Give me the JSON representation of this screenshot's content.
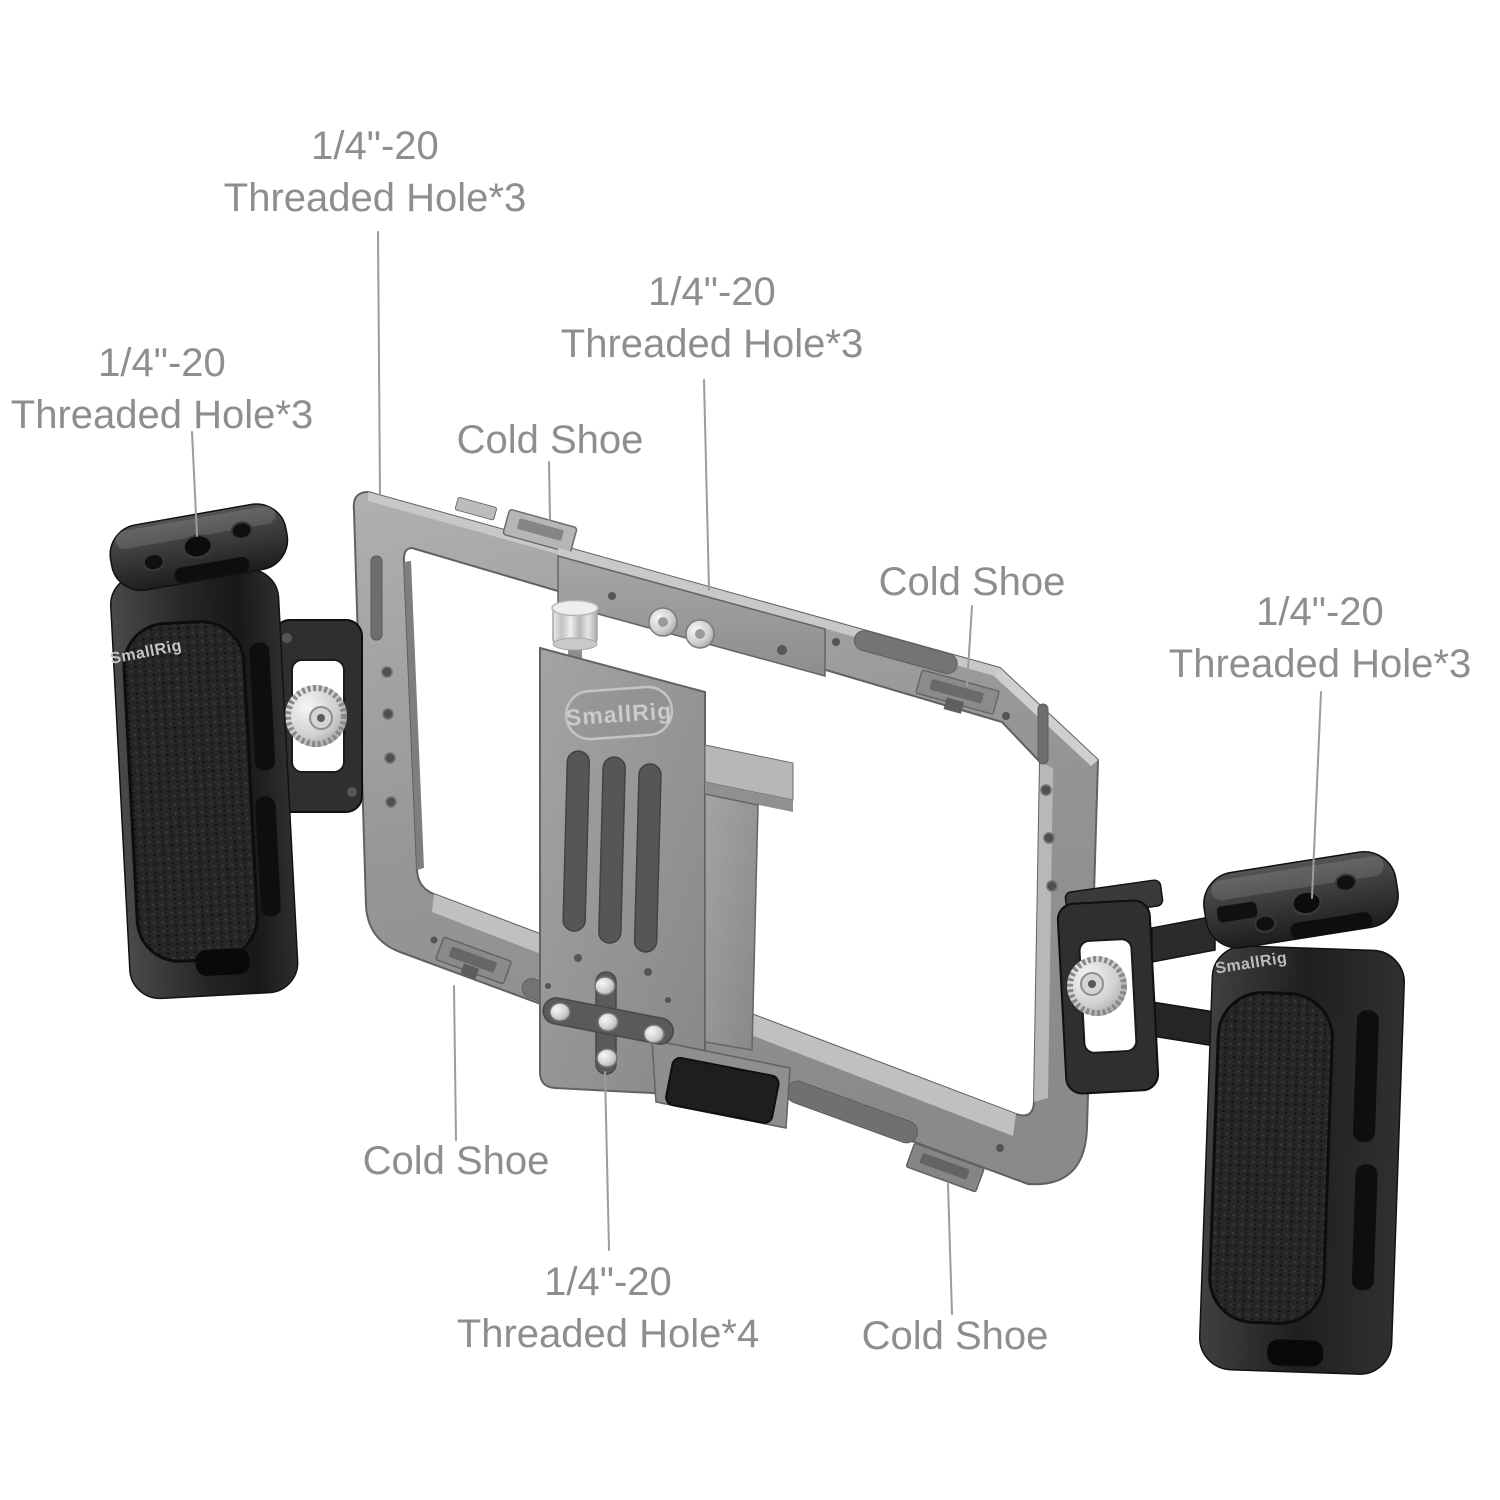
{
  "brand": {
    "name": "SmallRig"
  },
  "annotations": {
    "handle_left": {
      "line1": "1/4\"-20",
      "line2": "Threaded Hole*3"
    },
    "cage_top_left": {
      "line1": "1/4\"-20",
      "line2": "Threaded Hole*3"
    },
    "mount_top": {
      "line1": "1/4\"-20",
      "line2": "Threaded Hole*3"
    },
    "cold_shoe_top_left": {
      "text": "Cold Shoe"
    },
    "cold_shoe_top_right": {
      "text": "Cold Shoe"
    },
    "handle_right": {
      "line1": "1/4\"-20",
      "line2": "Threaded Hole*3"
    },
    "cold_shoe_bottom_left": {
      "text": "Cold Shoe"
    },
    "mount_bottom": {
      "line1": "1/4\"-20",
      "line2": "Threaded Hole*4"
    },
    "cold_shoe_bottom_right": {
      "text": "Cold Shoe"
    }
  },
  "colors": {
    "background": "#ffffff",
    "label_text": "#8e8e8e",
    "leader_line": "#9c9c9a",
    "cage_metal": "#989896",
    "handle_black": "#262626",
    "knob_silver": "#d9d9d7"
  }
}
